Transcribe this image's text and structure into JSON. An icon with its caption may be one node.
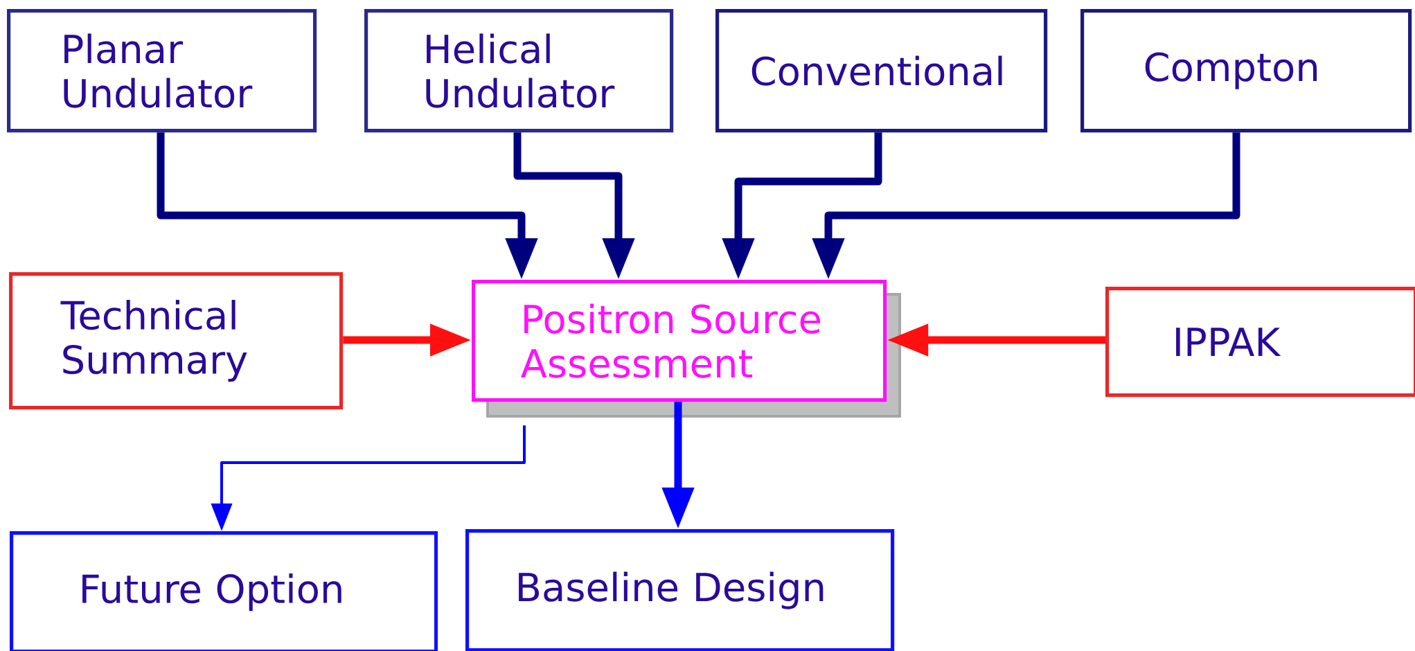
{
  "diagram": {
    "nodes": [
      {
        "text": [
          "Planar Undulator"
        ]
      },
      {
        "text": [
          "Helical Undulator"
        ]
      },
      {
        "text": [
          "Conventional"
        ]
      },
      {
        "text": [
          "Compton"
        ]
      },
      {
        "text": [
          "Technical Summary"
        ]
      },
      {
        "text": [
          "Positron Source Assessment"
        ]
      },
      {
        "text": [
          "IPPAK"
        ]
      },
      {
        "text": [
          "Future Option"
        ]
      },
      {
        "text": [
          "Baseline Design"
        ]
      }
    ],
    "edges": [
      {
        "from": 0,
        "to": 5,
        "arrow": "to",
        "color": "#00007f"
      },
      {
        "from": 1,
        "to": 5,
        "arrow": "to",
        "color": "#00007f"
      },
      {
        "from": 2,
        "to": 5,
        "arrow": "to",
        "color": "#00007f"
      },
      {
        "from": 3,
        "to": 5,
        "arrow": "to",
        "color": "#00007f"
      },
      {
        "from": 4,
        "to": 5,
        "arrow": "to",
        "color": "#ff1010"
      },
      {
        "from": 6,
        "to": 5,
        "arrow": "to",
        "color": "#ff1010"
      },
      {
        "from": 5,
        "to": 7,
        "arrow": "to",
        "color": "#0000ff"
      },
      {
        "from": 5,
        "to": 8,
        "arrow": "to",
        "color": "#0000ff"
      }
    ]
  }
}
